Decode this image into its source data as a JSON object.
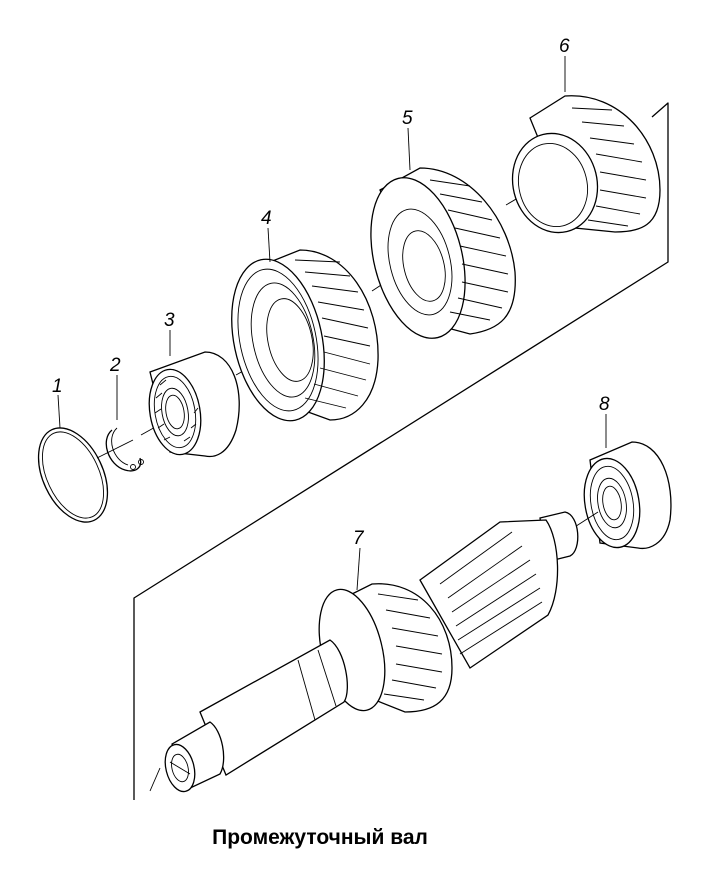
{
  "title": "Промежуточный вал",
  "callouts": [
    {
      "id": "1",
      "label": "1"
    },
    {
      "id": "2",
      "label": "2"
    },
    {
      "id": "3",
      "label": "3"
    },
    {
      "id": "4",
      "label": "4"
    },
    {
      "id": "5",
      "label": "5"
    },
    {
      "id": "6",
      "label": "6"
    },
    {
      "id": "7",
      "label": "7"
    },
    {
      "id": "8",
      "label": "8"
    }
  ]
}
